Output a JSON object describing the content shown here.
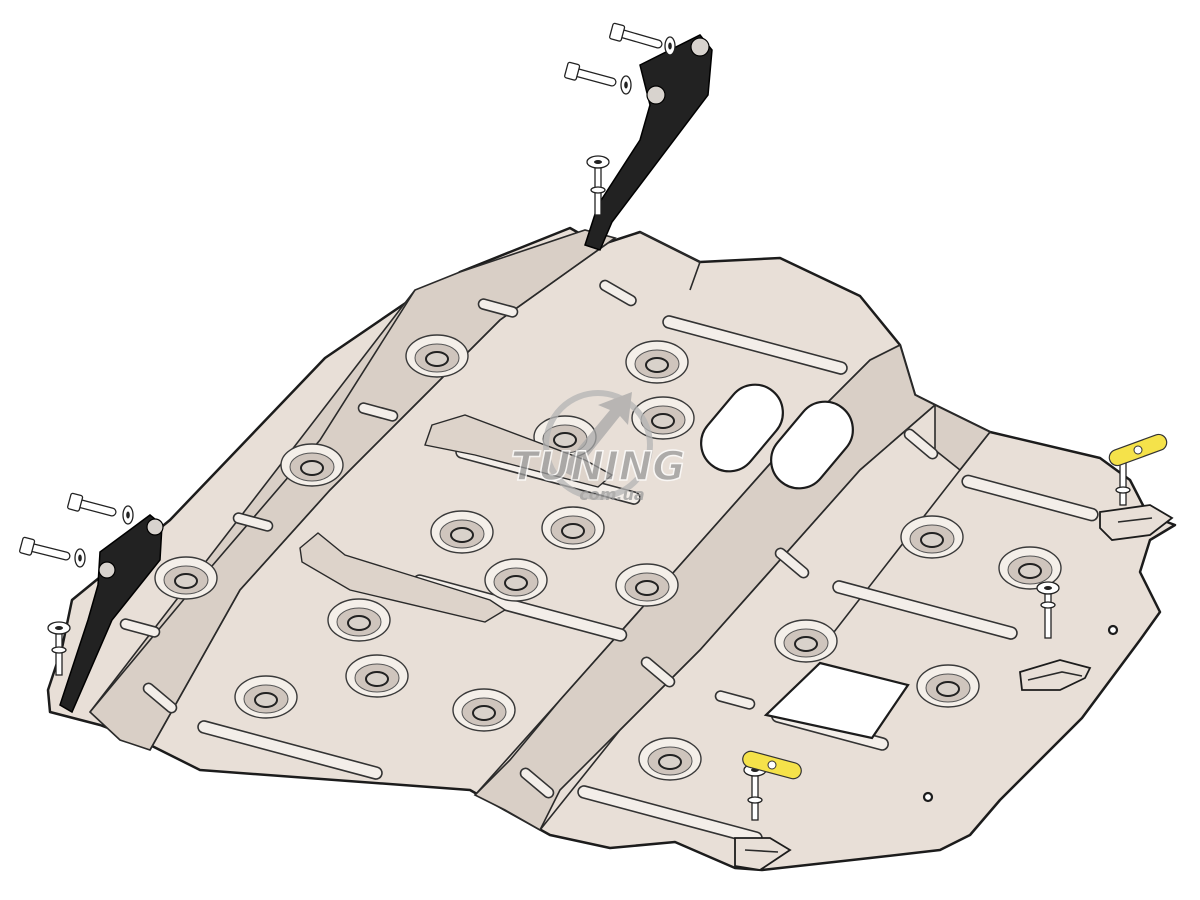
{
  "figure": {
    "subject": "skid-plate-exploded-view",
    "colors": {
      "plate_fill": "#e8dfd7",
      "outline": "#1c1c1c",
      "bracket": "#222222",
      "clip_accent": "#f5e24a",
      "watermark": "#9a9a9a"
    }
  },
  "watermark": {
    "brand": "TUNING",
    "domain": "com.ua"
  }
}
